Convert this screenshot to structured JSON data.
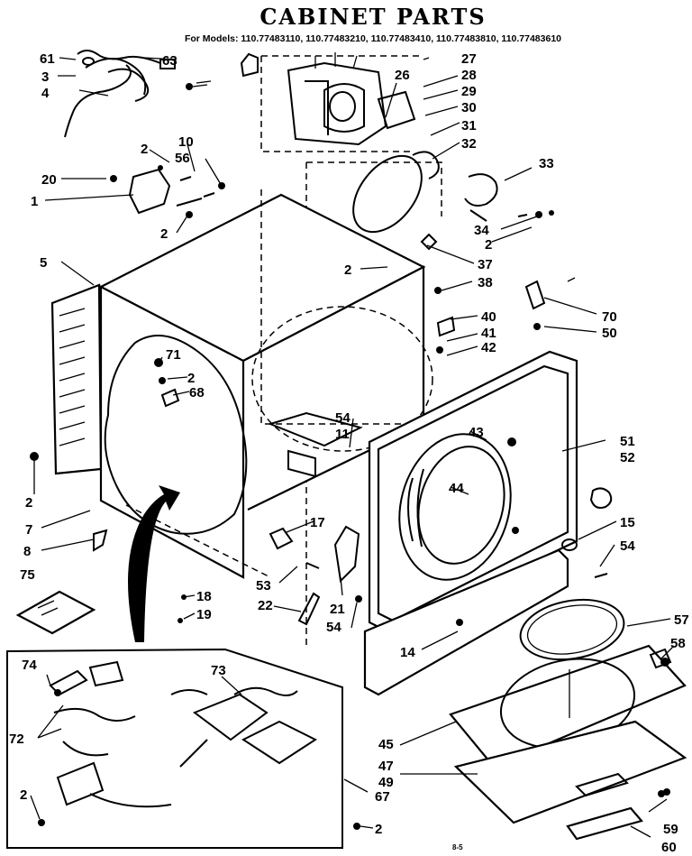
{
  "title": "CABINET PARTS",
  "models_line": "For Models: 110.77483110, 110.77483210, 110.77483410, 110.77483810, 110.77483610",
  "footer_code": "8-5",
  "callouts": [
    {
      "id": "c61",
      "label": "61"
    },
    {
      "id": "c63",
      "label": "63"
    },
    {
      "id": "c3",
      "label": "3"
    },
    {
      "id": "c4",
      "label": "4"
    },
    {
      "id": "c26",
      "label": "26"
    },
    {
      "id": "c27",
      "label": "27"
    },
    {
      "id": "c28",
      "label": "28"
    },
    {
      "id": "c29",
      "label": "29"
    },
    {
      "id": "c30",
      "label": "30"
    },
    {
      "id": "c31",
      "label": "31"
    },
    {
      "id": "c32",
      "label": "32"
    },
    {
      "id": "c33",
      "label": "33"
    },
    {
      "id": "c2a",
      "label": "2"
    },
    {
      "id": "c10",
      "label": "10"
    },
    {
      "id": "c56",
      "label": "56"
    },
    {
      "id": "c20",
      "label": "20"
    },
    {
      "id": "c1",
      "label": "1"
    },
    {
      "id": "c2b",
      "label": "2"
    },
    {
      "id": "c34",
      "label": "34"
    },
    {
      "id": "c2c",
      "label": "2"
    },
    {
      "id": "c37",
      "label": "37"
    },
    {
      "id": "c2d",
      "label": "2"
    },
    {
      "id": "c38",
      "label": "38"
    },
    {
      "id": "c5",
      "label": "5"
    },
    {
      "id": "c70",
      "label": "70"
    },
    {
      "id": "c50",
      "label": "50"
    },
    {
      "id": "c40",
      "label": "40"
    },
    {
      "id": "c41",
      "label": "41"
    },
    {
      "id": "c42",
      "label": "42"
    },
    {
      "id": "c71",
      "label": "71"
    },
    {
      "id": "c2e",
      "label": "2"
    },
    {
      "id": "c68",
      "label": "68"
    },
    {
      "id": "c54a",
      "label": "54"
    },
    {
      "id": "c11",
      "label": "11"
    },
    {
      "id": "c43",
      "label": "43"
    },
    {
      "id": "c51",
      "label": "51"
    },
    {
      "id": "c52",
      "label": "52"
    },
    {
      "id": "c44",
      "label": "44"
    },
    {
      "id": "c2f",
      "label": "2"
    },
    {
      "id": "c7",
      "label": "7"
    },
    {
      "id": "c15",
      "label": "15"
    },
    {
      "id": "c17",
      "label": "17"
    },
    {
      "id": "c8",
      "label": "8"
    },
    {
      "id": "c54b",
      "label": "54"
    },
    {
      "id": "c75",
      "label": "75"
    },
    {
      "id": "c53",
      "label": "53"
    },
    {
      "id": "c18",
      "label": "18"
    },
    {
      "id": "c22",
      "label": "22"
    },
    {
      "id": "c21",
      "label": "21"
    },
    {
      "id": "c19",
      "label": "19"
    },
    {
      "id": "c54c",
      "label": "54"
    },
    {
      "id": "c57",
      "label": "57"
    },
    {
      "id": "c14",
      "label": "14"
    },
    {
      "id": "c58",
      "label": "58"
    },
    {
      "id": "c74",
      "label": "74"
    },
    {
      "id": "c73",
      "label": "73"
    },
    {
      "id": "c72",
      "label": "72"
    },
    {
      "id": "c45",
      "label": "45"
    },
    {
      "id": "c47",
      "label": "47"
    },
    {
      "id": "c49",
      "label": "49"
    },
    {
      "id": "c67",
      "label": "67"
    },
    {
      "id": "c2g",
      "label": "2"
    },
    {
      "id": "c2h",
      "label": "2"
    },
    {
      "id": "c59",
      "label": "59"
    },
    {
      "id": "c60",
      "label": "60"
    }
  ]
}
